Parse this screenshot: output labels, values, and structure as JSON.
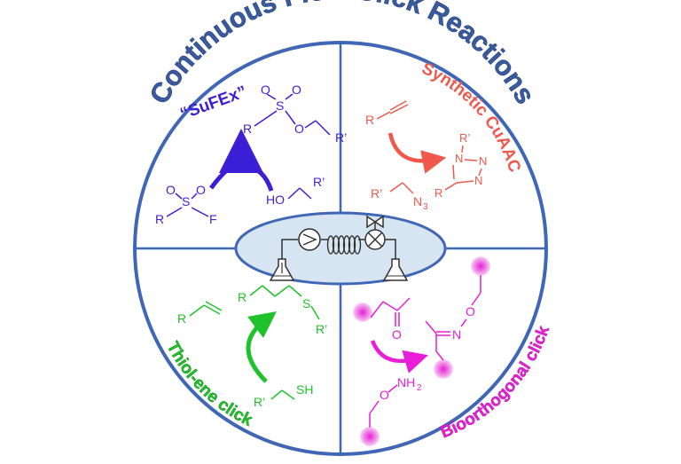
{
  "title": "Continuous Flow Click Reactions",
  "quadrants": {
    "sufex": {
      "label": "“SuFEx”",
      "color": "#3b1fd6",
      "reactant_left": {
        "s": "S",
        "o1": "O",
        "o2": "O",
        "r": "R",
        "f": "F"
      },
      "reactant_right": {
        "ho": "HO",
        "r": "R’"
      },
      "product": {
        "s": "S",
        "o1": "O",
        "o2": "O",
        "r": "R",
        "o": "O",
        "r2": "R’"
      }
    },
    "cuaac": {
      "label": "Synthetic CuAAC",
      "color": "#f0584c",
      "alkyne_r": "R",
      "azide": {
        "r": "R’",
        "n3": "N",
        "sub": "3"
      },
      "triazole": {
        "r1": "R’",
        "n1": "N",
        "n2": "N",
        "n3": "N",
        "r": "R"
      }
    },
    "thiolene": {
      "label": "Thiol-ene click",
      "color": "#1fc22a",
      "alkene_r": "R",
      "thiol": {
        "r": "R’",
        "sh": "SH"
      },
      "product": {
        "r": "R",
        "s": "S",
        "r2": "R’"
      }
    },
    "bioorthogonal": {
      "label": "Bioorthogonal click",
      "color": "#e81ed8",
      "ketone_o": "O",
      "hydroxylamine": {
        "o": "O",
        "nh": "NH",
        "sub": "2"
      },
      "oxime": {
        "n": "N",
        "o": "O"
      }
    }
  },
  "colors": {
    "circle": "#3f67b5",
    "title": "#3a5a9e",
    "center_fill": "#d7e5f3",
    "device_stroke": "#333333"
  },
  "icons": [
    "pump-icon",
    "coil-reactor-icon",
    "valve-icon",
    "flask-icon"
  ]
}
